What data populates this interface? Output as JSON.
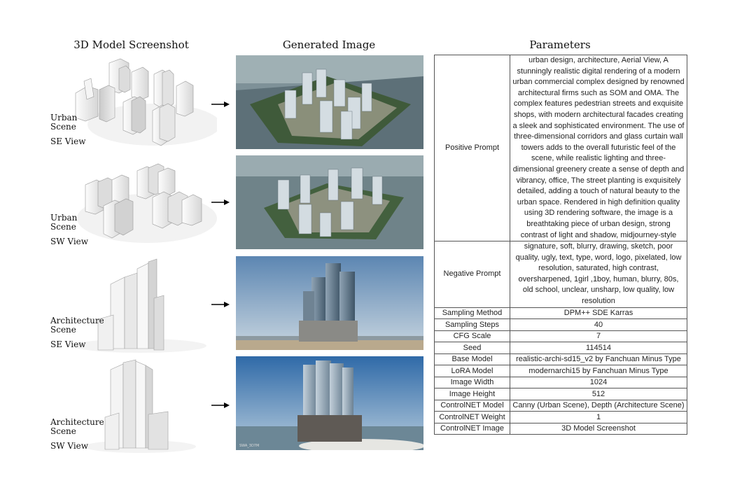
{
  "headers": {
    "model": "3D Model Screenshot",
    "generated": "Generated Image",
    "params": "Parameters"
  },
  "rows": [
    {
      "scene": "Urban Scene",
      "scene_l1": "Urban",
      "scene_l2": "Scene",
      "view": "SE View"
    },
    {
      "scene": "Urban Scene",
      "scene_l1": "Urban",
      "scene_l2": "Scene",
      "view": "SW View"
    },
    {
      "scene": "Architecture Scene",
      "scene_l1": "Architecture",
      "scene_l2": "Scene",
      "view": "SE View"
    },
    {
      "scene": "Architecture Scene",
      "scene_l1": "Architecture",
      "scene_l2": "Scene",
      "view": "SW View"
    }
  ],
  "image_stamp": "SWA_3D7M",
  "parameters": [
    {
      "key": "Positive Prompt",
      "value": "urban design, architecture, Aerial View, A stunningly realistic digital rendering of a modern urban commercial complex designed by renowned architectural firms such as SOM and OMA. The complex features pedestrian streets and exquisite shops, with modern architectural facades creating a sleek and sophisticated environment. The use of three-dimensional corridors and glass curtain wall towers adds to the overall futuristic feel of the scene, while realistic lighting and three-dimensional greenery create a sense of depth and vibrancy, office, The street planting is exquisitely detailed, adding a touch of natural beauty to the urban space. Rendered in high definition quality using 3D rendering software, the image is a breathtaking piece of urban design, strong contrast of light and shadow, midjourney-style"
    },
    {
      "key": "Negative Prompt",
      "value": "signature, soft, blurry, drawing, sketch, poor quality, ugly, text, type, word, logo, pixelated, low resolution, saturated, high contrast, oversharpened, 1girl ,1boy, human, blurry, 80s, old school, unclear, unsharp, low quality, low resolution"
    },
    {
      "key": "Sampling Method",
      "value": "DPM++ SDE Karras"
    },
    {
      "key": "Sampling Steps",
      "value": "40"
    },
    {
      "key": "CFG Scale",
      "value": "7"
    },
    {
      "key": "Seed",
      "value": "114514"
    },
    {
      "key": "Base Model",
      "value": "realistic-archi-sd15_v2 by Fanchuan Minus Type"
    },
    {
      "key": "LoRA Model",
      "value": "modernarchi15 by Fanchuan Minus Type"
    },
    {
      "key": "Image Width",
      "value": "1024"
    },
    {
      "key": "Image Height",
      "value": "512"
    },
    {
      "key": "ControlNET Model",
      "value": "Canny (Urban Scene), Depth (Architecture Scene)"
    },
    {
      "key": "ControlNET Weight",
      "value": "1"
    },
    {
      "key": "ControlNET Image",
      "value": "3D Model Screenshot"
    }
  ]
}
